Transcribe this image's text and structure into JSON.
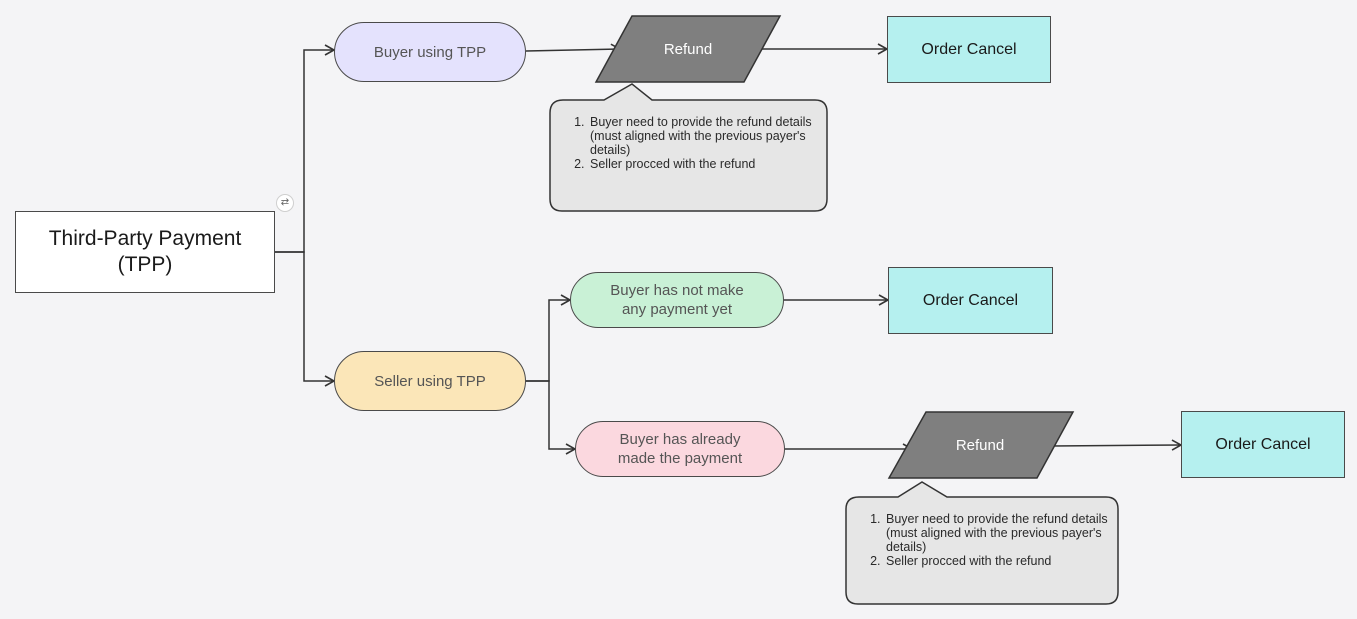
{
  "root": {
    "line1": "Third-Party Payment",
    "line2": "(TPP)"
  },
  "buyer_branch": {
    "label": "Buyer using TPP",
    "refund": "Refund",
    "note_items": [
      "Buyer need to provide the refund details (must aligned with the previous payer's details)",
      "Seller procced with the refund"
    ],
    "result": "Order Cancel"
  },
  "seller_branch": {
    "label": "Seller using TPP",
    "not_paid": {
      "line1": "Buyer has not make",
      "line2": "any payment yet",
      "result": "Order Cancel"
    },
    "paid": {
      "line1": "Buyer has already",
      "line2": "made the payment",
      "refund": "Refund",
      "note_items": [
        "Buyer need to provide the refund details (must aligned with the previous payer's details)",
        "Seller procced with the refund"
      ],
      "result": "Order Cancel"
    }
  },
  "colors": {
    "buyer_pill": "#e4e2fd",
    "seller_pill": "#fbe6b8",
    "not_paid_pill": "#c9f1d6",
    "paid_pill": "#fbd8df",
    "order_cancel": "#b5f0ef",
    "refund_shape": "#7f7f7f",
    "note_fill": "#e6e6e6"
  },
  "icons": {
    "sync": "sync-icon"
  }
}
